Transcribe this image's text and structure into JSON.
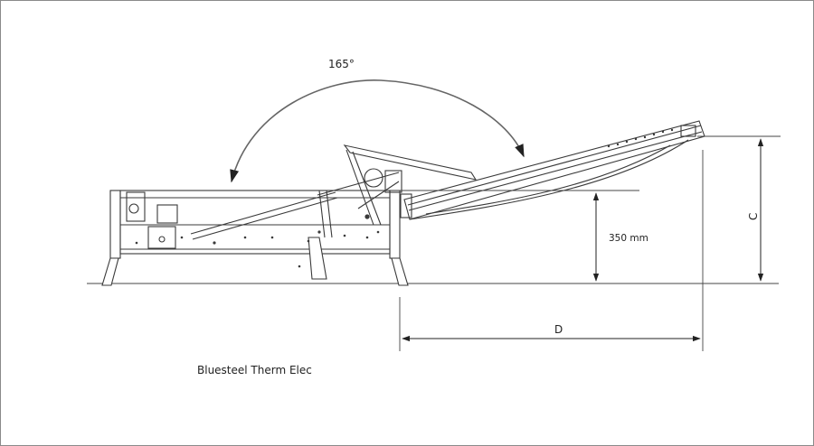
{
  "diagram": {
    "angle_label": "165°",
    "height_label": "350 mm",
    "dimension_c_label": "C",
    "dimension_d_label": "D",
    "caption": "Bluesteel Therm Elec"
  },
  "colors": {
    "line": "#3a3a3a",
    "dimension": "#222222",
    "frame": "#8a8a8a"
  }
}
